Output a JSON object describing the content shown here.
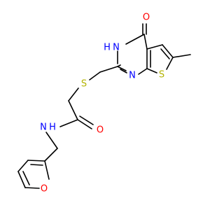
{
  "molecule": {
    "atoms": [
      {
        "id": "O_keto",
        "label": "O",
        "color": "#ff0000"
      },
      {
        "id": "NH_ring",
        "label": "H",
        "label2": "N",
        "color": "#0000ff"
      },
      {
        "id": "N_ring",
        "label": "N",
        "color": "#0000ff"
      },
      {
        "id": "S_thio",
        "label": "S",
        "color": "#b3b300"
      },
      {
        "id": "S_link",
        "label": "S",
        "color": "#b3b300"
      },
      {
        "id": "O_amide",
        "label": "O",
        "color": "#ff0000"
      },
      {
        "id": "NH_amide",
        "label": "N",
        "label2": "H",
        "color": "#0000ff"
      },
      {
        "id": "O_furan",
        "label": "O",
        "color": "#ff0000"
      }
    ]
  }
}
